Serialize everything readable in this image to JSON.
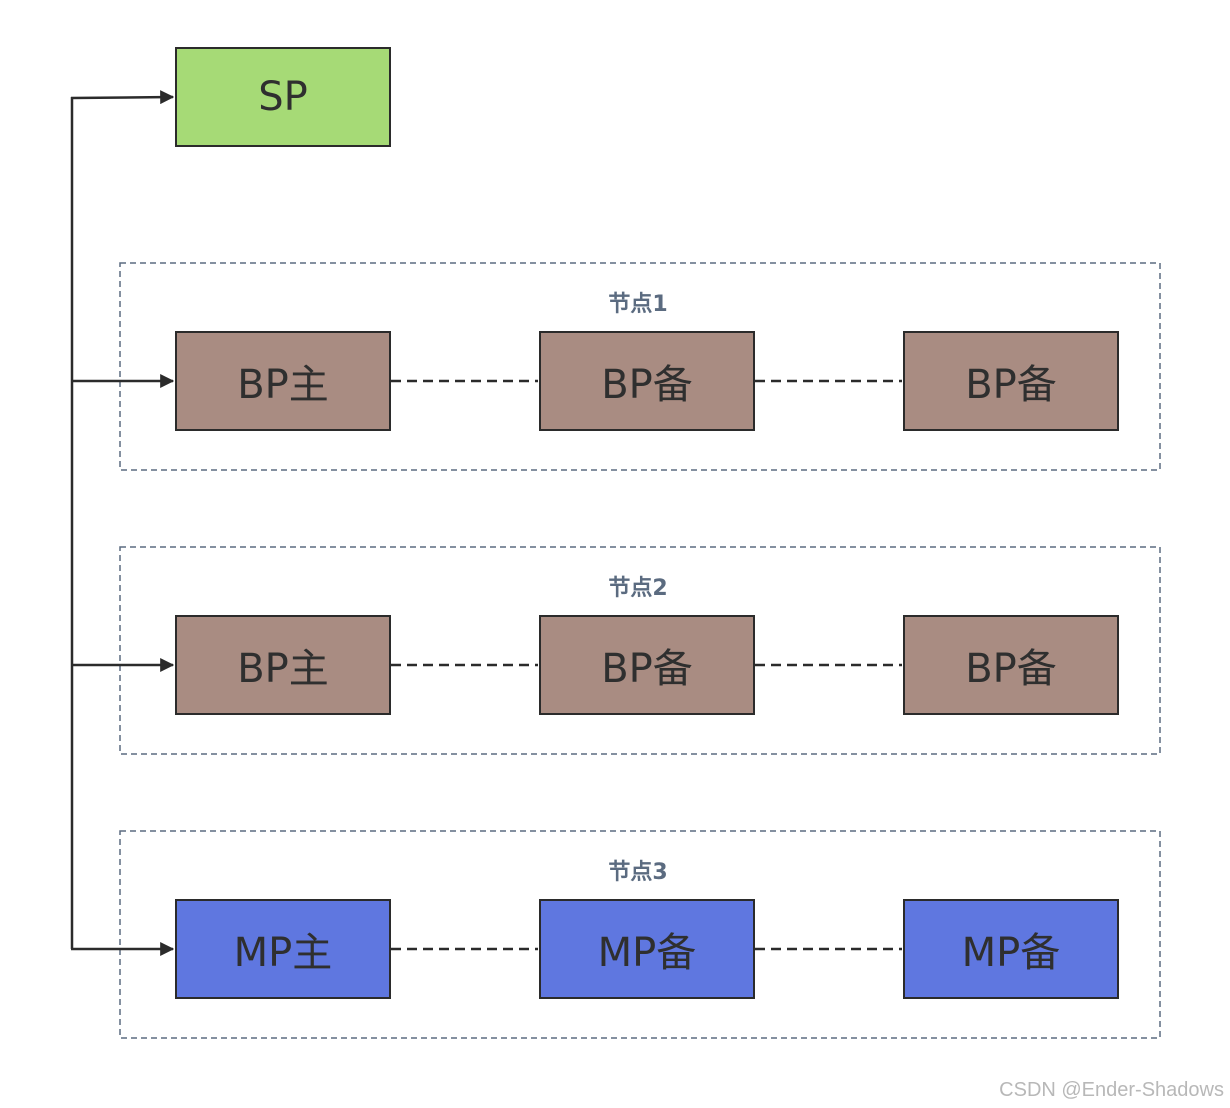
{
  "colors": {
    "sp": "#a6da76",
    "bp": "#a98c82",
    "mp": "#5f77e0",
    "border": "#2b2b2b",
    "group_border": "#5b6b80",
    "group_title": "#5b6b80"
  },
  "sp": {
    "label": "SP"
  },
  "groups": [
    {
      "title": "节点1",
      "nodes": [
        "BP主",
        "BP备",
        "BP备"
      ]
    },
    {
      "title": "节点2",
      "nodes": [
        "BP主",
        "BP备",
        "BP备"
      ]
    },
    {
      "title": "节点3",
      "nodes": [
        "MP主",
        "MP备",
        "MP备"
      ]
    }
  ],
  "watermark": "CSDN @Ender-Shadows"
}
